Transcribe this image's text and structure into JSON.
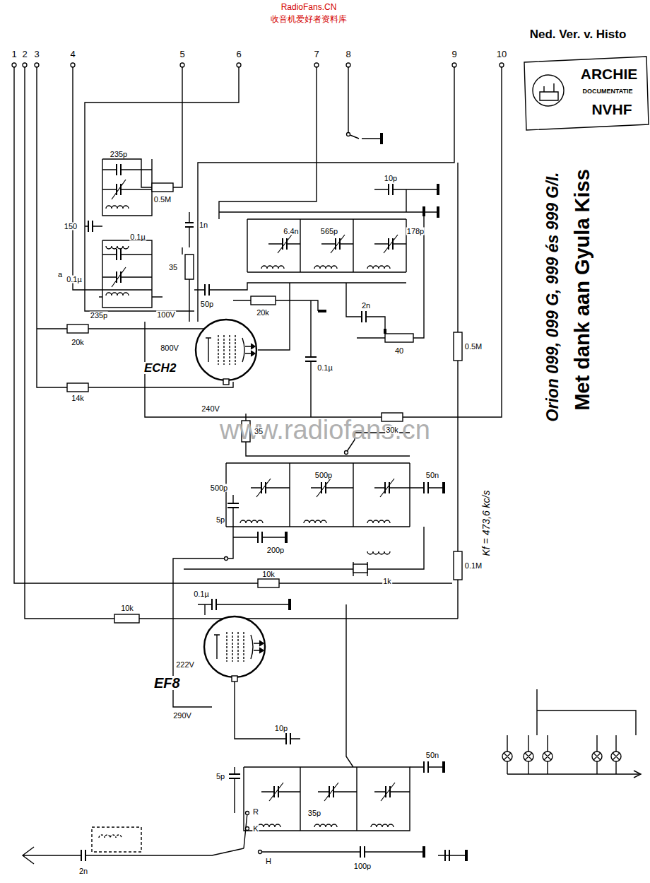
{
  "diagram": {
    "nodes": [
      {
        "text": [
          "ECH2"
        ]
      },
      {
        "text": [
          "EF8"
        ]
      }
    ],
    "labels": [
      "Ned. Ver. v. Histo",
      "ARCHIE",
      "DOCUMENTATIE",
      "NVHF",
      "RadioFans.CN",
      "收音机爱好者资料库",
      "www.radiofans.cn",
      "Orion 099, 099 G, 999 és 999 G/I.",
      "Met dank aan Gyula Kiss",
      "1",
      "2",
      "3",
      "4",
      "5",
      "6",
      "7",
      "8",
      "9",
      "10",
      "235p",
      "0.5M",
      "150",
      "0.1µ",
      "235p",
      "0.1µ",
      "35",
      "1n",
      "50p",
      "6.4n",
      "565p",
      "10p",
      "178p",
      "20k",
      "2n",
      "40",
      "0.1µ",
      "0.5M",
      "100V",
      "800V",
      "240V",
      "a",
      "20k",
      "14k",
      "30k",
      "35",
      "500p",
      "5p",
      "200p",
      "500p",
      "50n",
      "10k",
      "1k",
      "0.1M",
      "Kf = 473,6 kc/s",
      "10k",
      "0.1µ",
      "222V",
      "290V",
      "10p",
      "5p",
      "35p",
      "50n",
      "100p",
      "2n",
      "R",
      "K",
      "H"
    ]
  }
}
